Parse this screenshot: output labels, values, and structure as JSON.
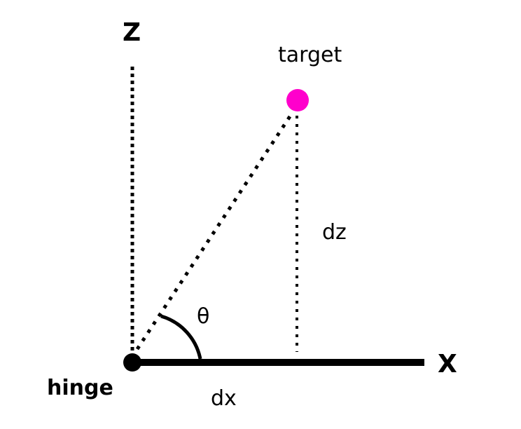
{
  "labels": {
    "z_axis": "Z",
    "x_axis": "X",
    "target": "target",
    "hinge": "hinge",
    "theta": "θ",
    "dz": "dz",
    "dx": "dx"
  },
  "colors": {
    "target_point": "#ff00cc",
    "lines": "#000000",
    "background": "#ffffff"
  }
}
